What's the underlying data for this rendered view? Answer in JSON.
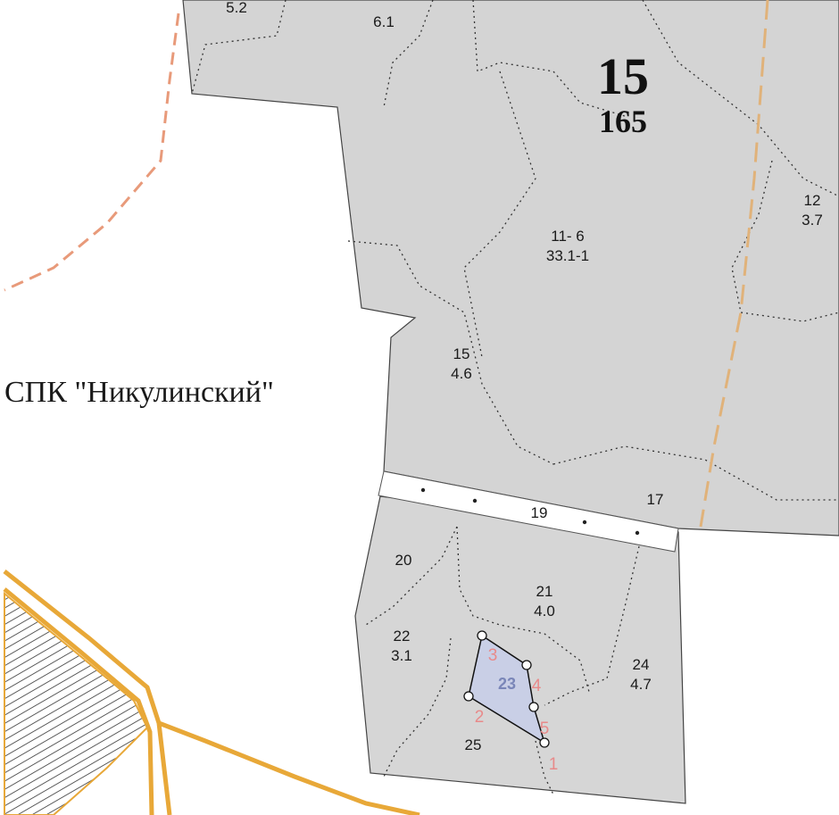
{
  "map": {
    "quarter": {
      "number": "15",
      "area": "165"
    },
    "organization_label": "СПК \"Никулинский\"",
    "subdivisions": [
      {
        "number": "",
        "area": "5.2"
      },
      {
        "number": "",
        "area": "6.1"
      },
      {
        "number": "12",
        "area": "3.7"
      },
      {
        "number": "11- 6",
        "area": "33.1-1"
      },
      {
        "number": "15",
        "area": "4.6"
      },
      {
        "number": "17",
        "area": ""
      },
      {
        "number": "19",
        "area": ""
      },
      {
        "number": "20",
        "area": ""
      },
      {
        "number": "21",
        "area": "4.0"
      },
      {
        "number": "22",
        "area": "3.1"
      },
      {
        "number": "24",
        "area": "4.7"
      },
      {
        "number": "25",
        "area": ""
      }
    ],
    "plot": {
      "number": "23",
      "vertices": [
        "1",
        "2",
        "3",
        "4",
        "5"
      ],
      "fill_color": "#c9cfe6",
      "vertex_label_color": "#e88a8a"
    },
    "colors": {
      "forest_fill": "#d4d4d4",
      "road_orange": "#e8a838",
      "boundary_dashed": "#e89a7a",
      "road_beige": "#e0b27a"
    }
  }
}
